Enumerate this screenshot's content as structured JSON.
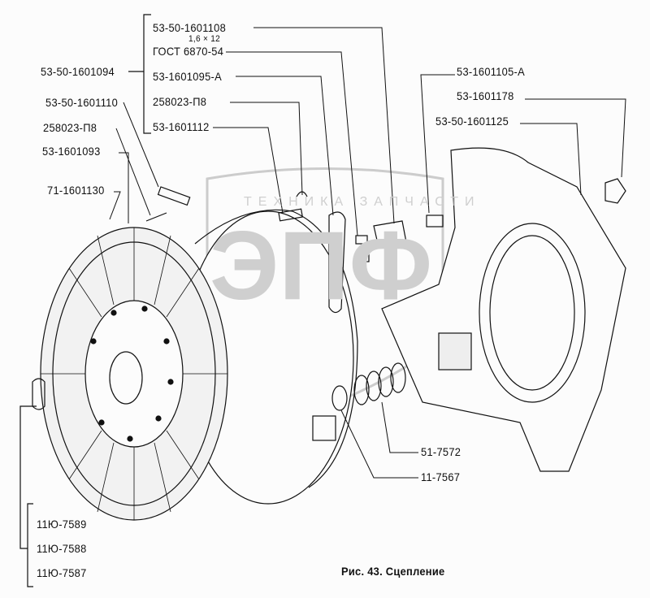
{
  "watermark": {
    "top_text": "ТЕХНИКА ЗАПЧАСТИ",
    "logo": "ЭПФ"
  },
  "labels": {
    "l1601108": "53-50-1601108",
    "pin_size": "1,6 × 12",
    "gost": "ГОСТ 6870-54",
    "l1601094": "53-50-1601094",
    "l1601095": "53-1601095-А",
    "l1601110": "53-50-1601110",
    "l258023_left": "258023-П8",
    "l258023_right": "258023-П8",
    "l1601112": "53-1601112",
    "l1601093": "53-1601093",
    "l1601130": "71-1601130",
    "l1601105": "53-1601105-А",
    "l1601178": "53-1601178",
    "l1601125": "53-50-1601125",
    "l7572": "51-7572",
    "l7567": "11-7567",
    "l7589": "11Ю-7589",
    "l7588": "11Ю-7588",
    "l7587": "11Ю-7587"
  },
  "caption": "Рис. 43. Сцепление"
}
